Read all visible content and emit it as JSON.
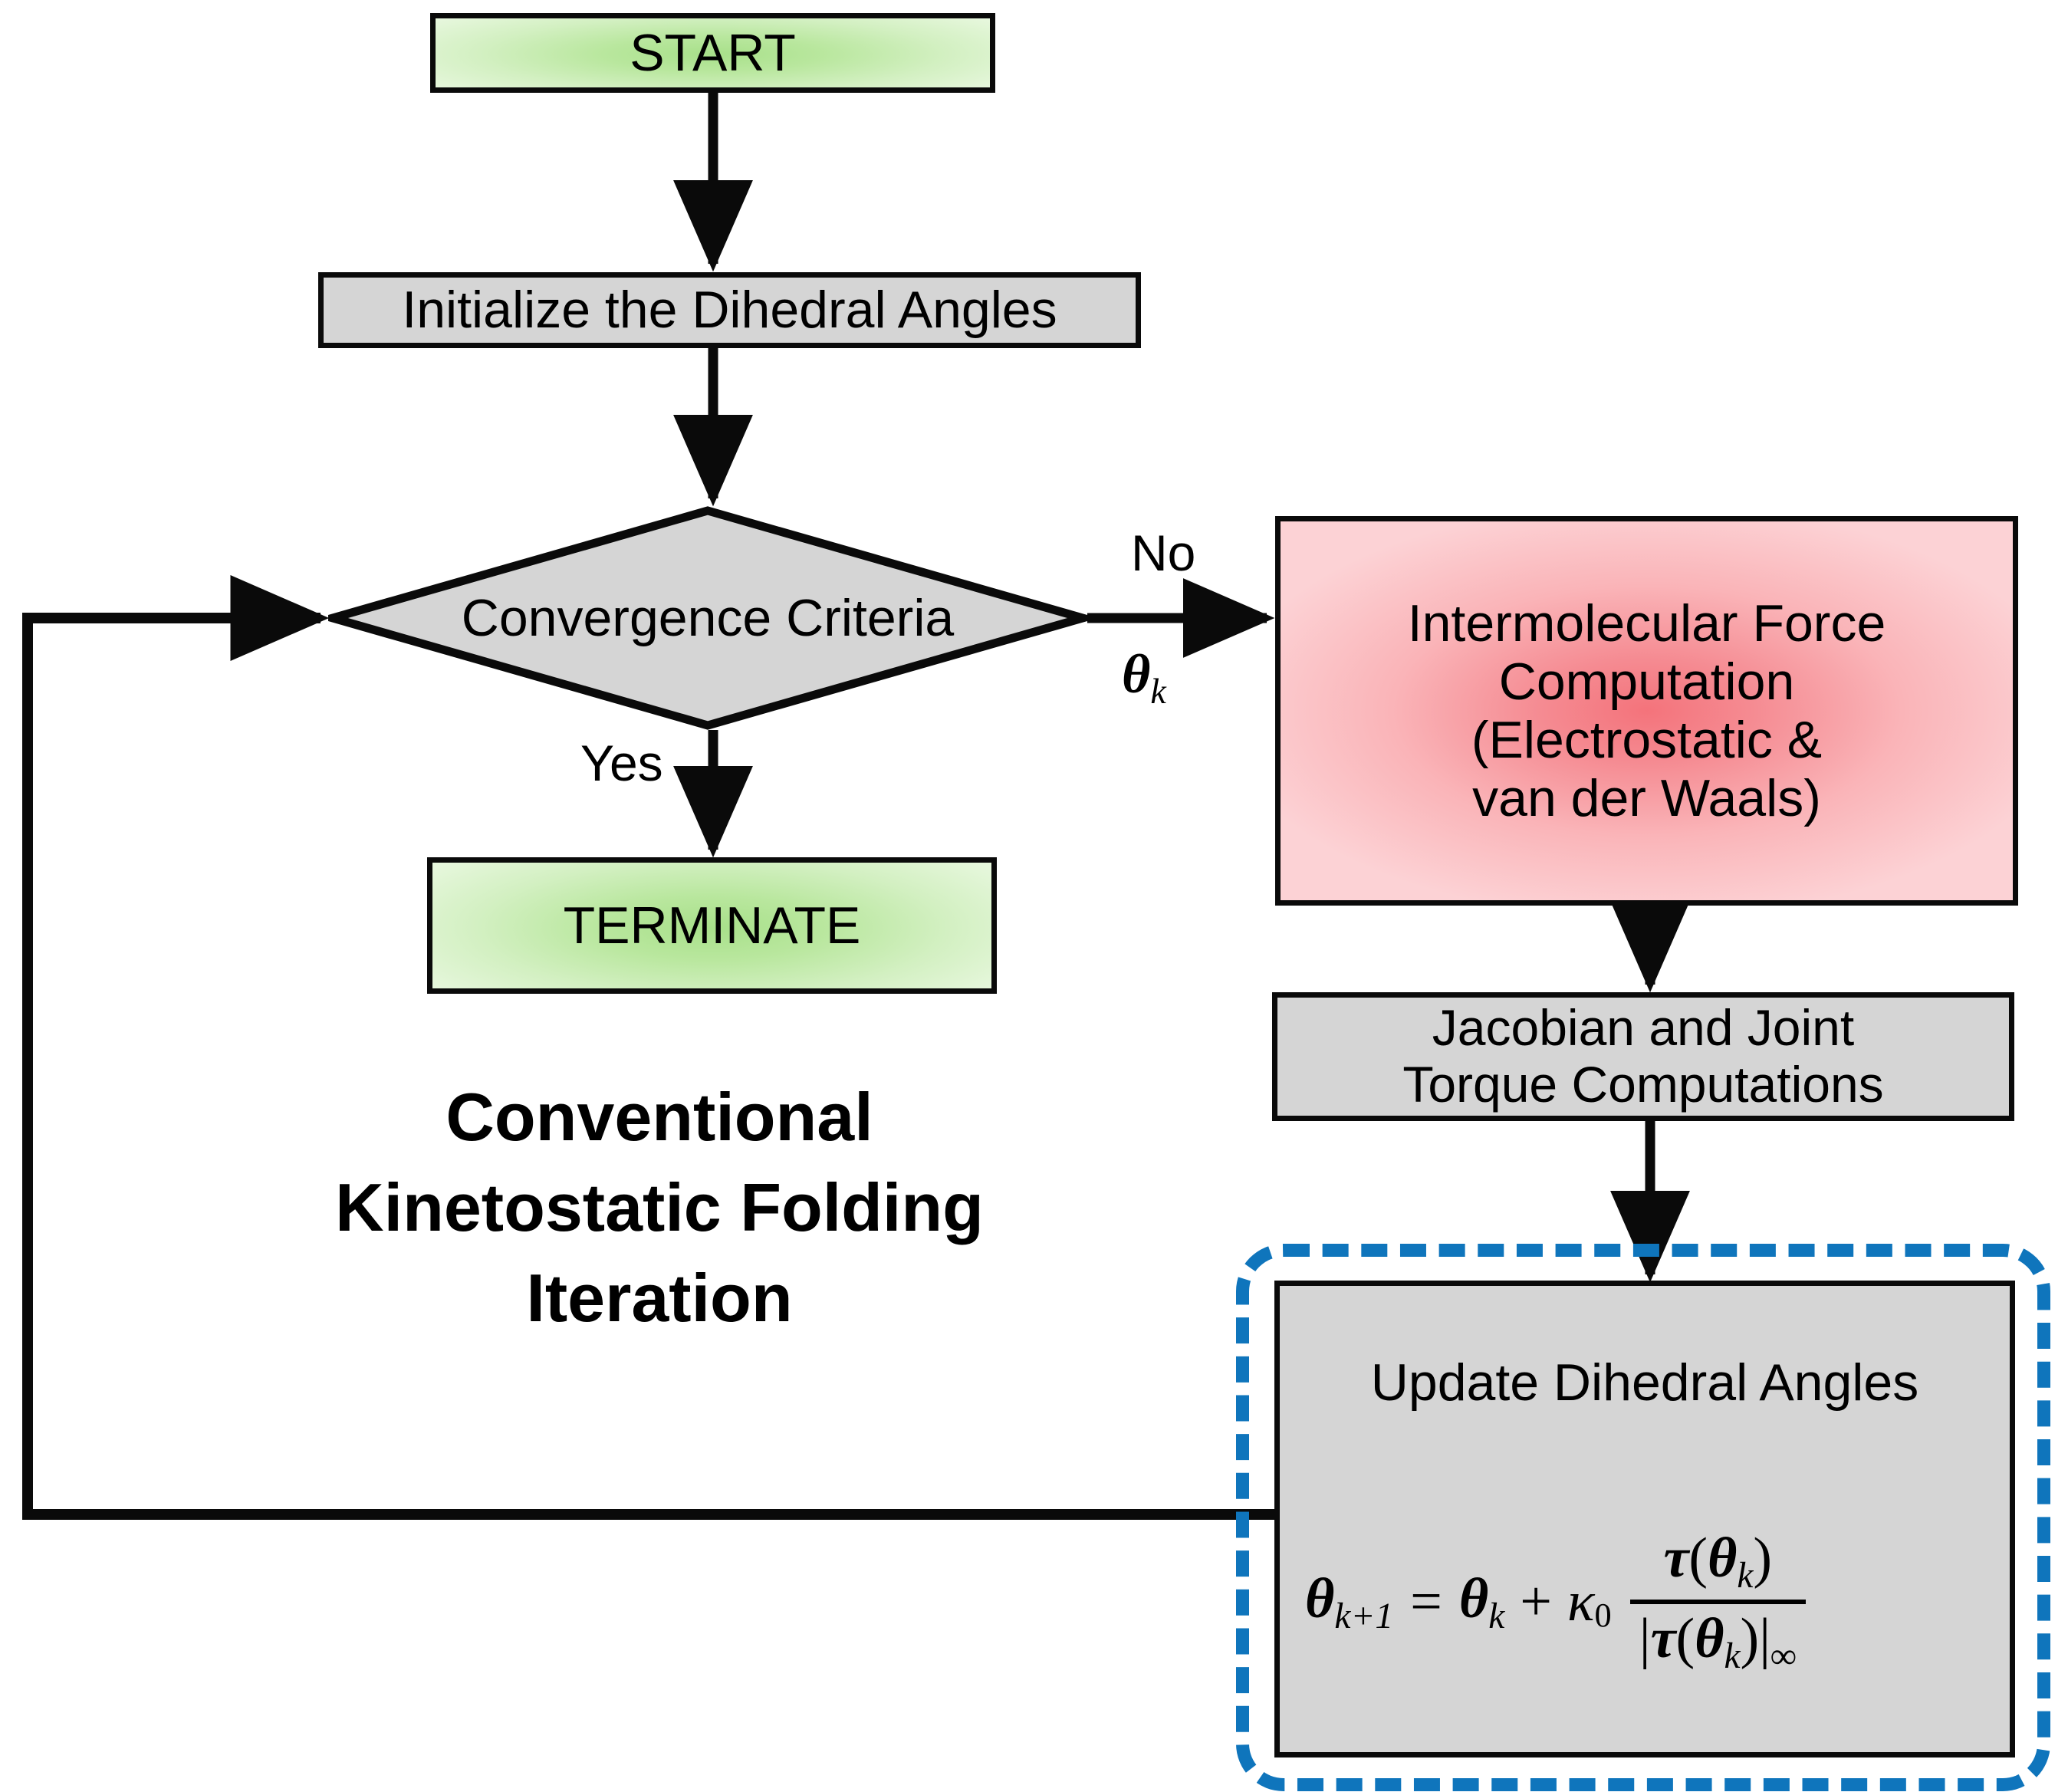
{
  "diagram": {
    "caption_lines": [
      "Conventional",
      "Kinetostatic Folding",
      "Iteration"
    ],
    "nodes": {
      "start": {
        "label": "START",
        "shape": "rectangle",
        "fill": "#b9e79e"
      },
      "initialize": {
        "label": "Initialize the Dihedral Angles",
        "shape": "rectangle",
        "fill": "#d5d5d5"
      },
      "decision": {
        "label": "Convergence Criteria",
        "shape": "diamond",
        "fill": "#d5d5d5"
      },
      "terminate": {
        "label": "TERMINATE",
        "shape": "rectangle",
        "fill": "#b9e79e"
      },
      "force": {
        "lines": [
          "Intermolecular Force",
          "Computation",
          "(Electrostatic &",
          "van der Waals)"
        ],
        "shape": "rectangle",
        "fill": "#f58b92"
      },
      "jacobian": {
        "lines": [
          "Jacobian and Joint",
          "Torque Computations"
        ],
        "shape": "rectangle",
        "fill": "#d5d5d5"
      },
      "update": {
        "title": "Update Dihedral Angles",
        "shape": "rectangle",
        "fill": "#d5d5d5",
        "formula": {
          "lhs_symbol": "θ",
          "lhs_subscript": "k+1",
          "equals": "=",
          "term1_symbol": "θ",
          "term1_subscript": "k",
          "plus": "+",
          "coefficient_symbol": "κ",
          "coefficient_subscript": "0",
          "numerator_symbol": "τ",
          "numerator_arg_symbol": "θ",
          "numerator_arg_subscript": "k",
          "denominator_symbol": "τ",
          "denominator_arg_symbol": "θ",
          "denominator_arg_subscript": "k",
          "denominator_norm_subscript": "∞",
          "plain": "θ(k+1) = θ(k) + κ0 · τ(θk) / |τ(θk)|∞"
        }
      }
    },
    "edge_labels": {
      "no": "No",
      "yes": "Yes",
      "theta_symbol": "θ",
      "theta_subscript": "k"
    },
    "highlight": {
      "style": "dashed-rounded-rectangle",
      "color": "#0f75bc"
    },
    "colors": {
      "border": "#0a0a0a",
      "grey_fill": "#d5d5d5",
      "green_fill": "#b9e79e",
      "red_fill": "#f58b92",
      "highlight_blue": "#0f75bc",
      "background": "#ffffff"
    }
  }
}
